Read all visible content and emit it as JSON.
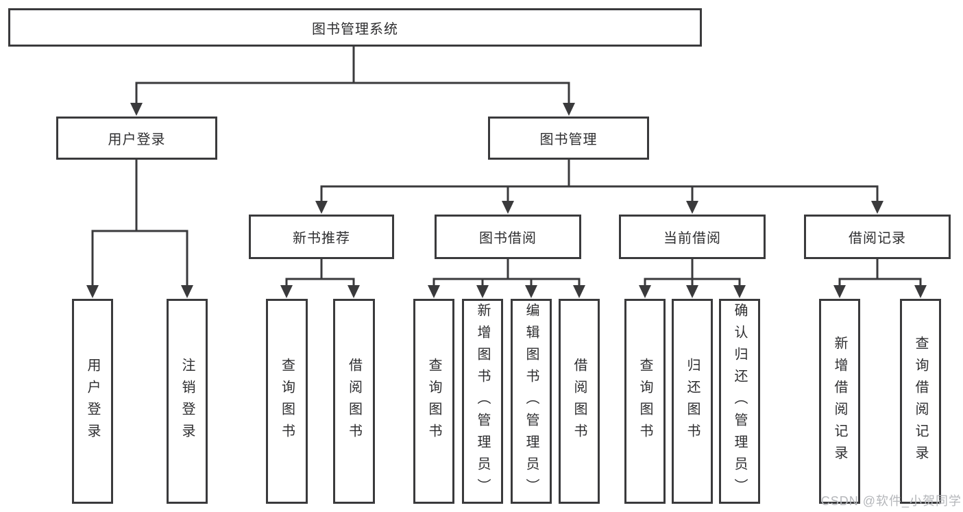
{
  "tree": {
    "label": "图书管理系统",
    "children": [
      {
        "label": "用户登录",
        "children": [
          {
            "label": "用户登录"
          },
          {
            "label": "注销登录"
          }
        ]
      },
      {
        "label": "图书管理",
        "children": [
          {
            "label": "新书推荐",
            "children": [
              {
                "label": "查询图书"
              },
              {
                "label": "借阅图书"
              }
            ]
          },
          {
            "label": "图书借阅",
            "children": [
              {
                "label": "查询图书"
              },
              {
                "label": "新增图书（管理员）"
              },
              {
                "label": "编辑图书（管理员）"
              },
              {
                "label": "借阅图书"
              }
            ]
          },
          {
            "label": "当前借阅",
            "children": [
              {
                "label": "查询图书"
              },
              {
                "label": "归还图书"
              },
              {
                "label": "确认归还（管理员）"
              }
            ]
          },
          {
            "label": "借阅记录",
            "children": [
              {
                "label": "新增借阅记录"
              },
              {
                "label": "查询借阅记录"
              }
            ]
          }
        ]
      }
    ]
  },
  "watermark": {
    "text": "CSDN @软件_小贺同学"
  },
  "colors": {
    "line": "#3a3a3c",
    "border": "#3a3a3c",
    "text": "#2e2e30",
    "watermark": "#b4b6ba",
    "background": "#ffffff"
  }
}
